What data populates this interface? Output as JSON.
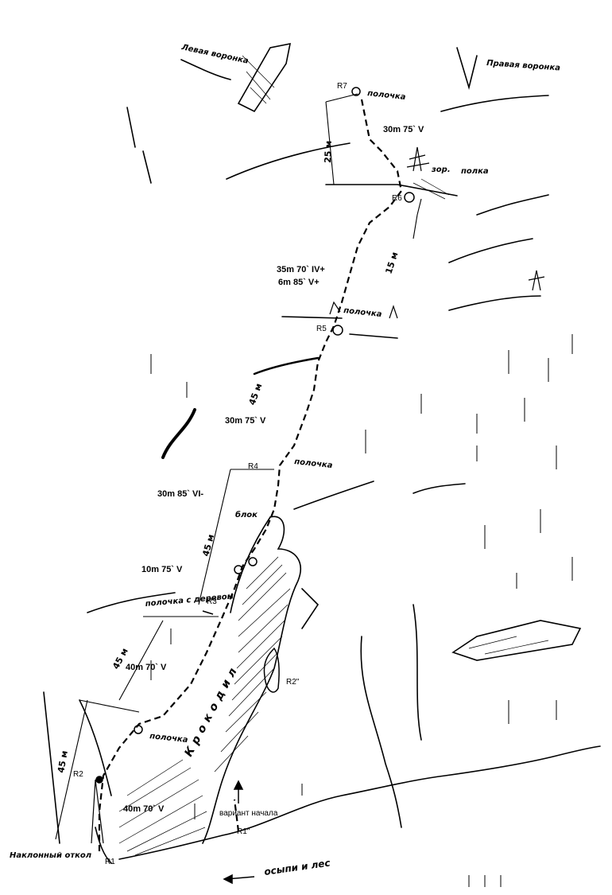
{
  "labels": {
    "left_gully": "Левая воронка",
    "right_gully": "Правая воронка",
    "ledge": "полочка",
    "ledge_with_tree": "полочка с деревом",
    "shelf": "полка",
    "block": "блок",
    "crocodile": "Крокодил",
    "sloping_ledge": "Наклонный откол",
    "scree_and_forest": "осыпи и лес",
    "start_variant": "вариант начала",
    "tree_note": "зор."
  },
  "pitches": [
    {
      "grade": "40m 70` V"
    },
    {
      "grade": "40m 70` V"
    },
    {
      "grade": "10m 75` V"
    },
    {
      "grade": "30m 85` VI-"
    },
    {
      "grade": "30m 75` V"
    },
    {
      "grade": "35m 70` IV+"
    },
    {
      "grade": "6m 85` V+"
    },
    {
      "grade": "30m 75` V"
    }
  ],
  "anchors": [
    "R1",
    "R2",
    "R3",
    "R4",
    "R5",
    "R6",
    "R7",
    "R1\"",
    "R2\""
  ],
  "distances": [
    "45 м",
    "45 м",
    "45 м",
    "45 м",
    "25 м",
    "15 м"
  ]
}
